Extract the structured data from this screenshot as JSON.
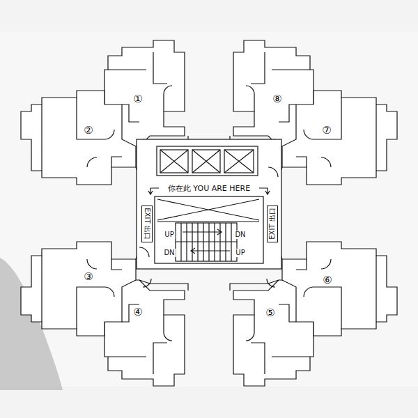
{
  "diagram": {
    "nodes": [
      {
        "text": [
          "EXIT 出口"
        ]
      },
      {
        "text": [
          "EXIT 出口"
        ]
      }
    ],
    "labels": [
      "①",
      "⑧",
      "②",
      "⑦",
      "你在此 YOU ARE HERE",
      "UP",
      "DN",
      "DN",
      "UP",
      "③",
      "⑥",
      "④",
      "⑤"
    ]
  }
}
